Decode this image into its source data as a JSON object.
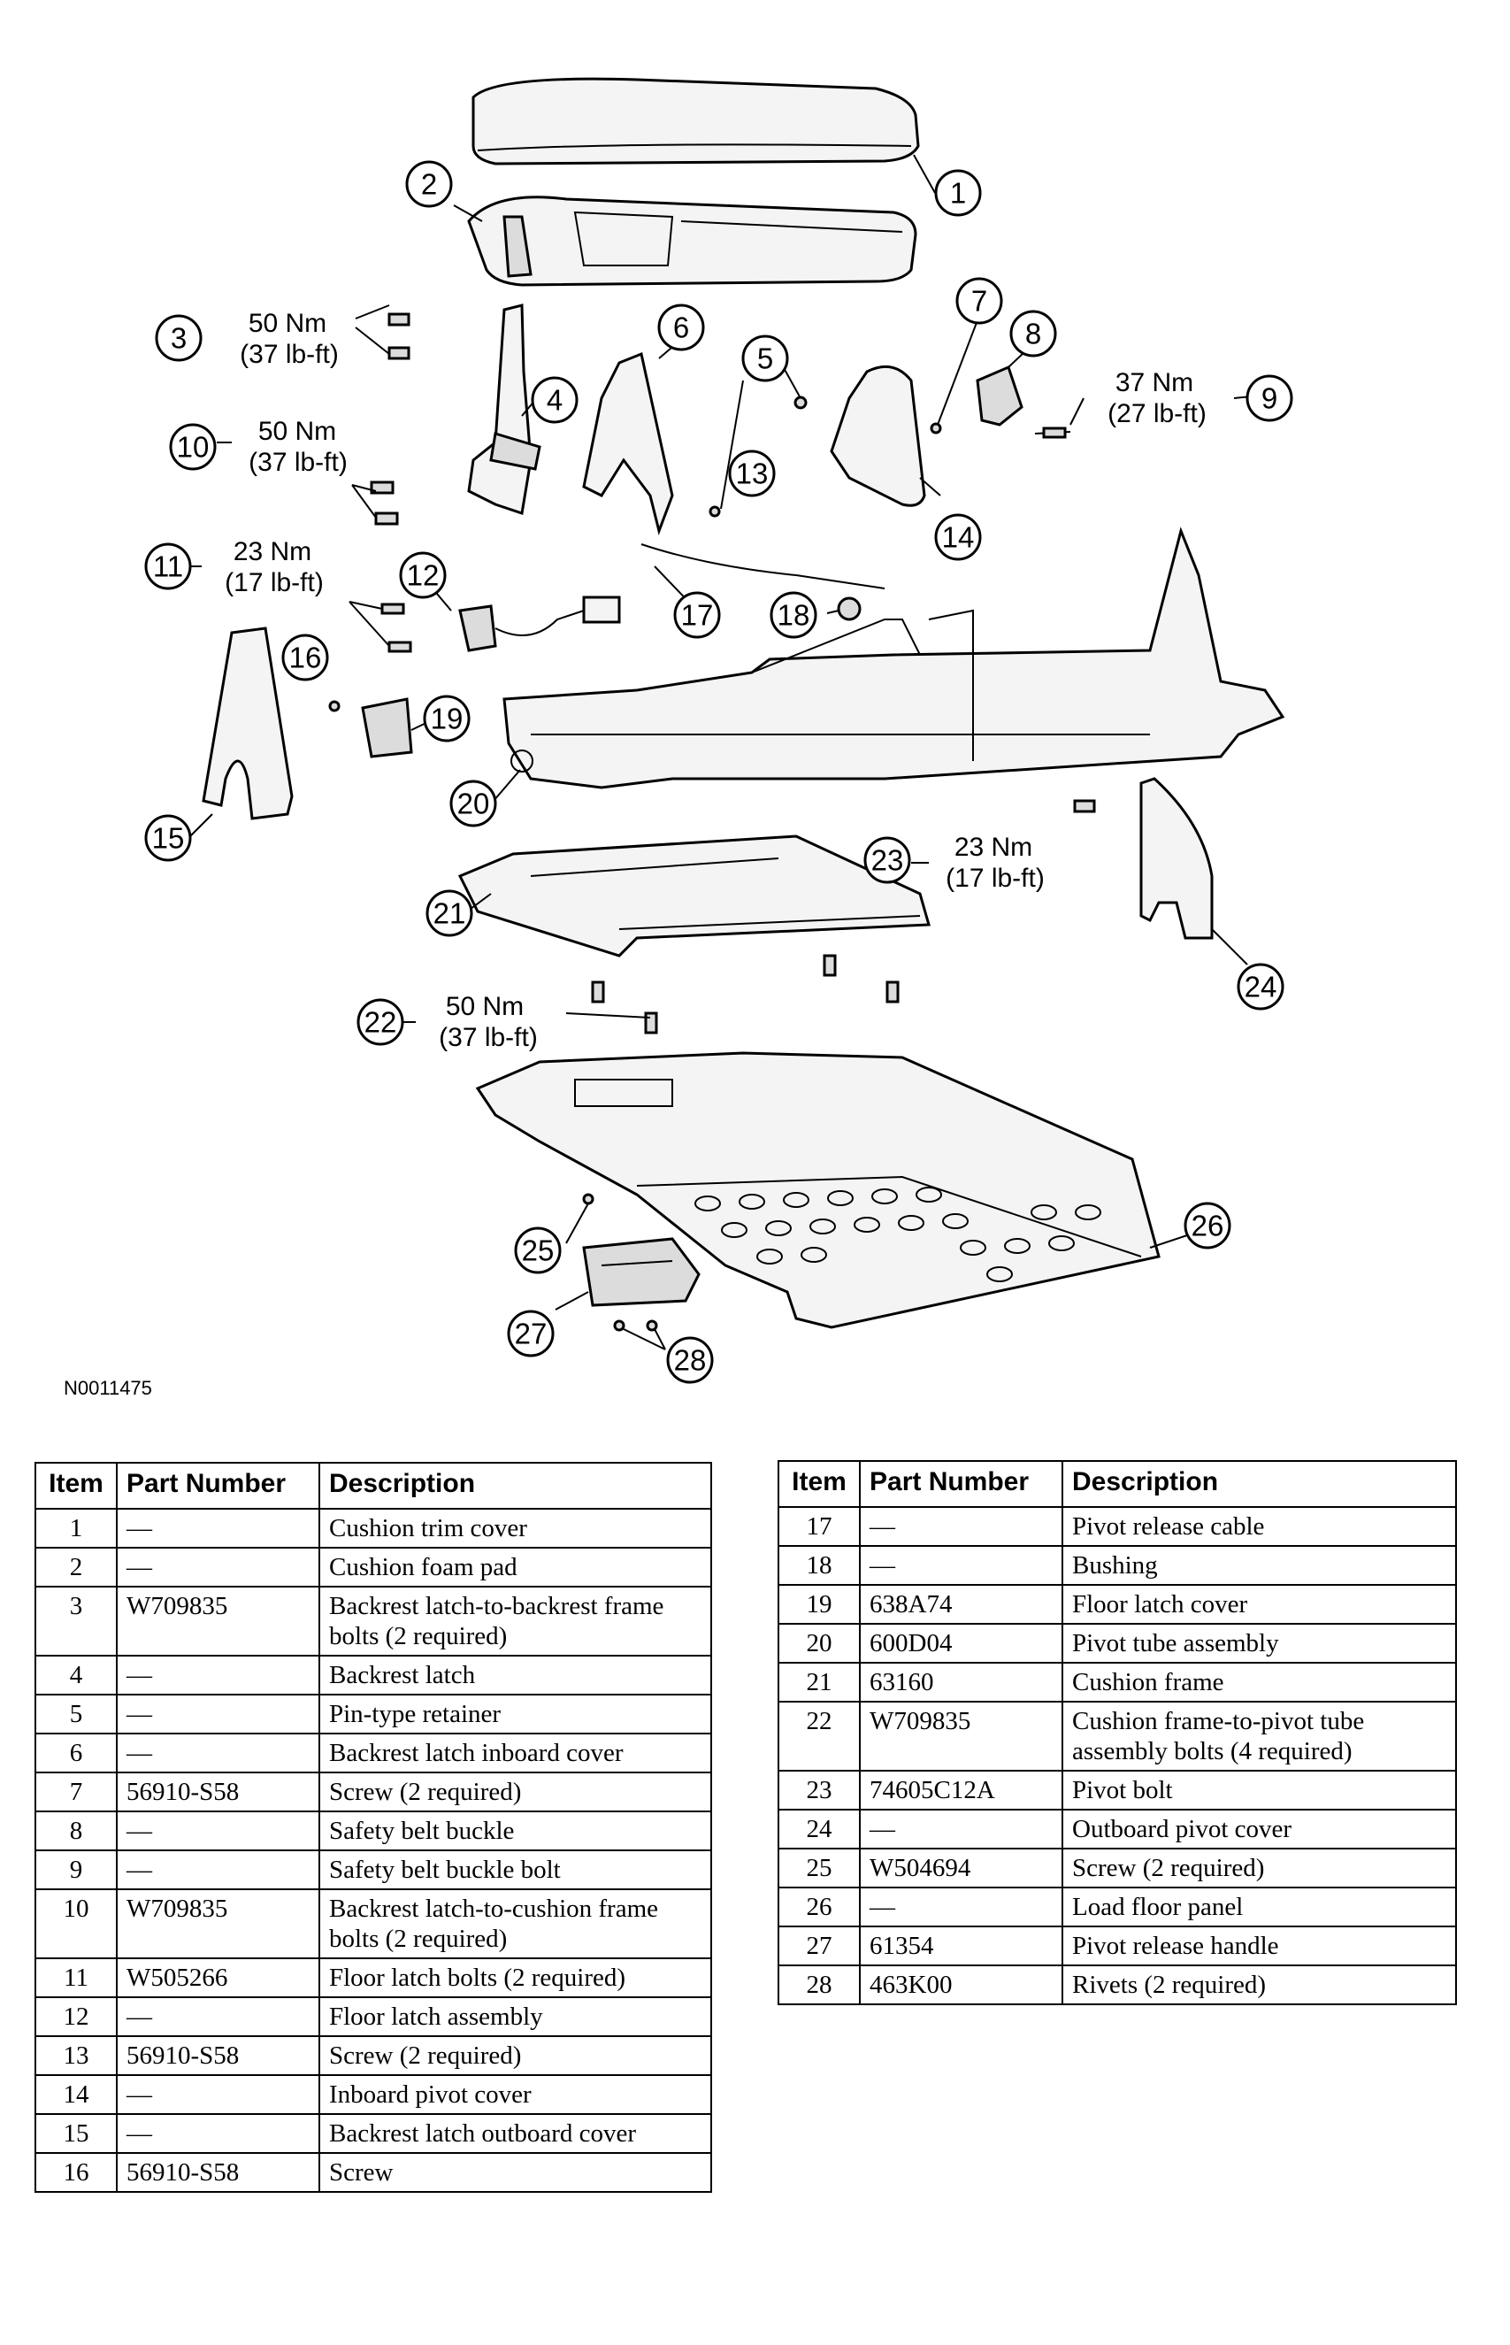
{
  "figure_id": "N0011475",
  "torque_specs": [
    {
      "callout": "3",
      "nm": "50 Nm",
      "lbft": "(37 lb-ft)"
    },
    {
      "callout": "10",
      "nm": "50 Nm",
      "lbft": "(37 lb-ft)"
    },
    {
      "callout": "11",
      "nm": "23 Nm",
      "lbft": "(17 lb-ft)"
    },
    {
      "callout": "9",
      "nm": "37 Nm",
      "lbft": "(27 lb-ft)"
    },
    {
      "callout": "23",
      "nm": "23 Nm",
      "lbft": "(17 lb-ft)"
    },
    {
      "callout": "22",
      "nm": "50 Nm",
      "lbft": "(37 lb-ft)"
    }
  ],
  "callouts": [
    "1",
    "2",
    "3",
    "4",
    "5",
    "6",
    "7",
    "8",
    "9",
    "10",
    "11",
    "12",
    "13",
    "14",
    "15",
    "16",
    "17",
    "18",
    "19",
    "20",
    "21",
    "22",
    "23",
    "24",
    "25",
    "26",
    "27",
    "28"
  ],
  "table": {
    "headers": {
      "item": "Item",
      "part_number": "Part Number",
      "description": "Description"
    },
    "left_rows": [
      {
        "item": "1",
        "part": "—",
        "desc": "Cushion trim cover"
      },
      {
        "item": "2",
        "part": "—",
        "desc": "Cushion foam pad"
      },
      {
        "item": "3",
        "part": "W709835",
        "desc": "Backrest latch-to-backrest frame bolts (2 required)"
      },
      {
        "item": "4",
        "part": "—",
        "desc": "Backrest latch"
      },
      {
        "item": "5",
        "part": "—",
        "desc": "Pin-type retainer"
      },
      {
        "item": "6",
        "part": "—",
        "desc": "Backrest latch inboard cover"
      },
      {
        "item": "7",
        "part": "56910-S58",
        "desc": "Screw (2 required)"
      },
      {
        "item": "8",
        "part": "—",
        "desc": "Safety belt buckle"
      },
      {
        "item": "9",
        "part": "—",
        "desc": "Safety belt buckle bolt"
      },
      {
        "item": "10",
        "part": "W709835",
        "desc": "Backrest latch-to-cushion frame bolts (2 required)"
      },
      {
        "item": "11",
        "part": "W505266",
        "desc": "Floor latch bolts (2 required)"
      },
      {
        "item": "12",
        "part": "—",
        "desc": "Floor latch assembly"
      },
      {
        "item": "13",
        "part": "56910-S58",
        "desc": "Screw (2 required)"
      },
      {
        "item": "14",
        "part": "—",
        "desc": "Inboard pivot cover"
      },
      {
        "item": "15",
        "part": "—",
        "desc": "Backrest latch outboard cover"
      },
      {
        "item": "16",
        "part": "56910-S58",
        "desc": "Screw"
      }
    ],
    "right_rows": [
      {
        "item": "17",
        "part": "—",
        "desc": "Pivot release cable"
      },
      {
        "item": "18",
        "part": "—",
        "desc": "Bushing"
      },
      {
        "item": "19",
        "part": "638A74",
        "desc": "Floor latch cover"
      },
      {
        "item": "20",
        "part": "600D04",
        "desc": "Pivot tube assembly"
      },
      {
        "item": "21",
        "part": "63160",
        "desc": "Cushion frame"
      },
      {
        "item": "22",
        "part": "W709835",
        "desc": "Cushion frame-to-pivot tube assembly bolts (4 required)"
      },
      {
        "item": "23",
        "part": "74605C12A",
        "desc": "Pivot bolt"
      },
      {
        "item": "24",
        "part": "—",
        "desc": "Outboard pivot cover"
      },
      {
        "item": "25",
        "part": "W504694",
        "desc": "Screw (2 required)"
      },
      {
        "item": "26",
        "part": "—",
        "desc": "Load floor panel"
      },
      {
        "item": "27",
        "part": "61354",
        "desc": "Pivot release handle"
      },
      {
        "item": "28",
        "part": "463K00",
        "desc": "Rivets (2 required)"
      }
    ]
  }
}
